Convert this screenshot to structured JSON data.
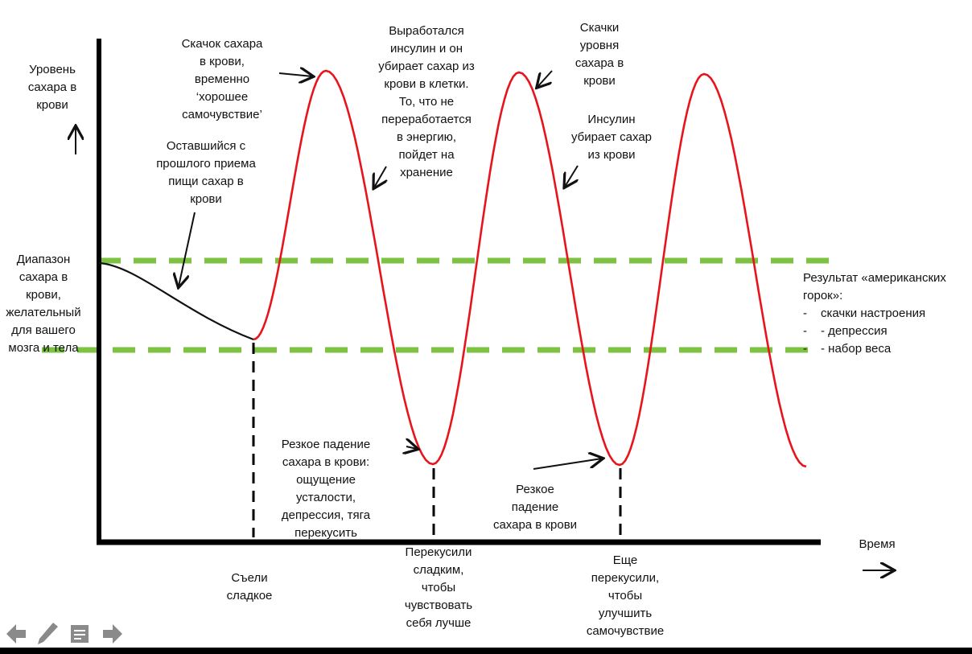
{
  "y_axis_label": [
    "Уровень",
    "сахара в",
    "крови"
  ],
  "x_axis_label": "Время",
  "annotations": {
    "spike": [
      "Скачок сахара",
      "в крови,",
      "временно",
      "‘хорошее",
      "самочувствие’"
    ],
    "leftover": [
      "Оставшийся с",
      "прошлого приема",
      "пищи сахар в",
      "крови"
    ],
    "insulin_produced": [
      "Выработался",
      "инсулин и он",
      "убирает сахар из",
      "крови в клетки.",
      "То, что не",
      "переработается",
      "в энергию,",
      "пойдет на",
      "хранение"
    ],
    "spikes_level": [
      "Скачки",
      "уровня",
      "сахара в",
      "крови"
    ],
    "insulin_removes": [
      "Инсулин",
      "убирает сахар",
      "из крови"
    ],
    "range": [
      "Диапазон",
      "сахара в",
      "крови,",
      "желательный",
      "для вашего",
      "мозга и тела"
    ],
    "drop1": [
      "Резкое падение",
      "сахара в крови:",
      "ощущение",
      "усталости,",
      "депрессия, тяга",
      "перекусить"
    ],
    "drop2": [
      "Резкое",
      "падение",
      "сахара в крови"
    ],
    "ate_sweet": [
      "Съели",
      "сладкое"
    ],
    "snack1": [
      "Перекусили",
      "сладким,",
      "чтобы",
      "чувствовать",
      "себя лучше"
    ],
    "snack2": [
      "Еще",
      "перекусили,",
      "чтобы",
      "улучшить",
      "самочувствие"
    ],
    "result": {
      "title": [
        "Результат «американских",
        "горок»:"
      ],
      "items": [
        "скачки настроения",
        "- депрессия",
        "- набор веса"
      ]
    }
  },
  "colors": {
    "curve": "#e8141c",
    "range_lines": "#7dc242",
    "axis": "#000000"
  },
  "toolbar": [
    "arrow-left-icon",
    "pen-icon",
    "notes-icon",
    "arrow-right-icon"
  ]
}
